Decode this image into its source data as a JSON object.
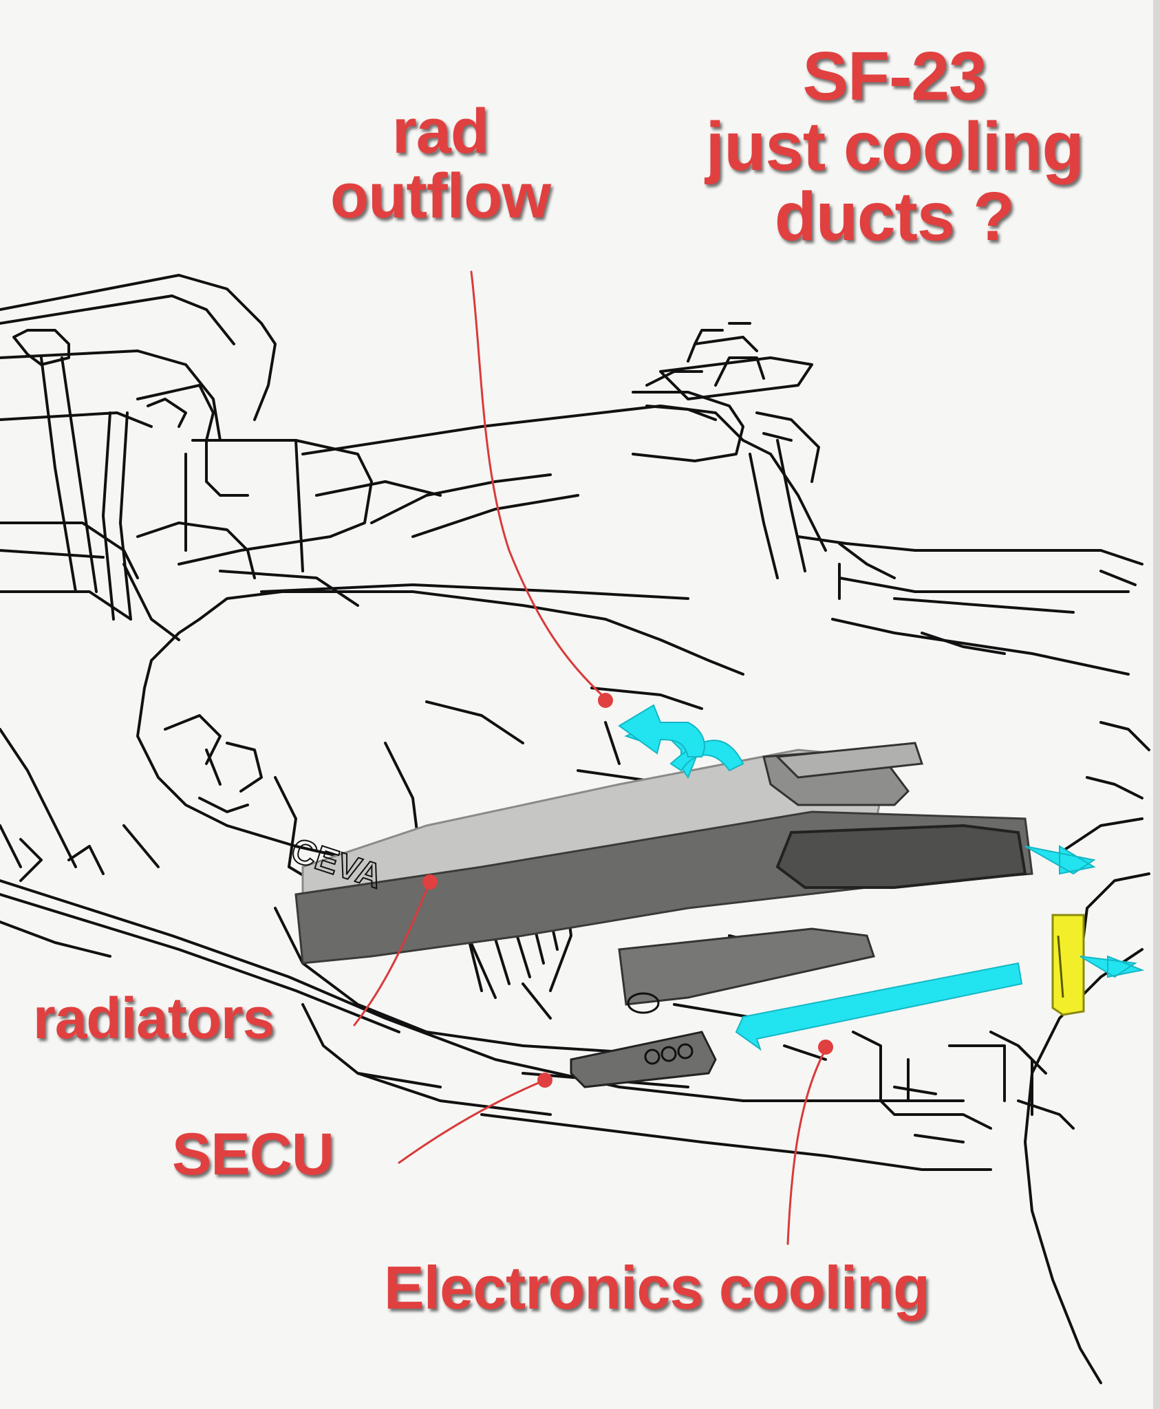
{
  "title": {
    "line1": "SF-23",
    "line2": "just cooling",
    "line3": "ducts ?"
  },
  "callouts": {
    "rad_outflow": {
      "line1": "rad",
      "line2": "outflow"
    },
    "radiators": "radiators",
    "secu": "SECU",
    "electronics_cooling": "Electronics cooling"
  },
  "sponsor_marks": [
    "CEVA"
  ],
  "colors": {
    "label_red": "#e0403f",
    "airflow_cyan": "#22e3f0",
    "duct_gray": "#6b6b69",
    "duct_light_gray": "#c4c4c2",
    "inlet_yellow": "#f2ef2a",
    "ink": "#111111",
    "paper": "#f6f6f4"
  },
  "icons": [
    "airflow-arrow-icon",
    "leader-dot-icon"
  ]
}
